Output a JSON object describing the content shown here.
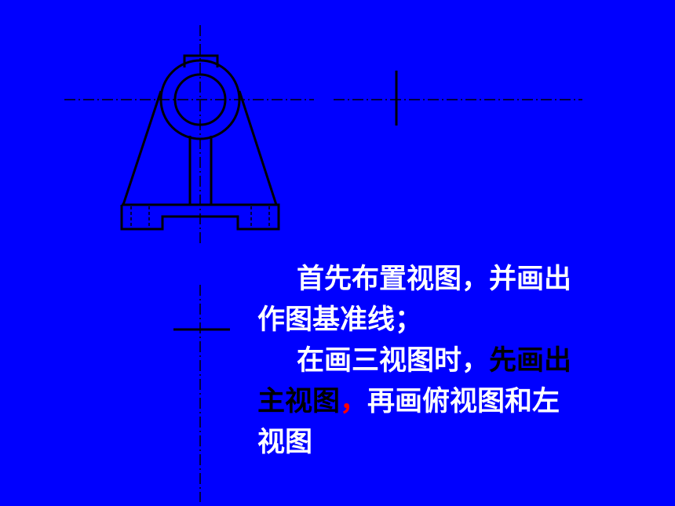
{
  "colors": {
    "background": "#0000ff",
    "line": "#000000",
    "text": "#ffffff",
    "emphasis": "#000000",
    "punct_accent": "#ff0000"
  },
  "text": {
    "p1_line1": "首先布置视图，并画出",
    "p1_line2": "作图基准线；",
    "p2_line1_a": "在画三视图时，",
    "p2_line1_b": "先画出",
    "p2_line2_a": "主视图",
    "p2_line2_comma": "，",
    "p2_line2_b": "再画俯视图和左",
    "p2_line3": "视图"
  }
}
